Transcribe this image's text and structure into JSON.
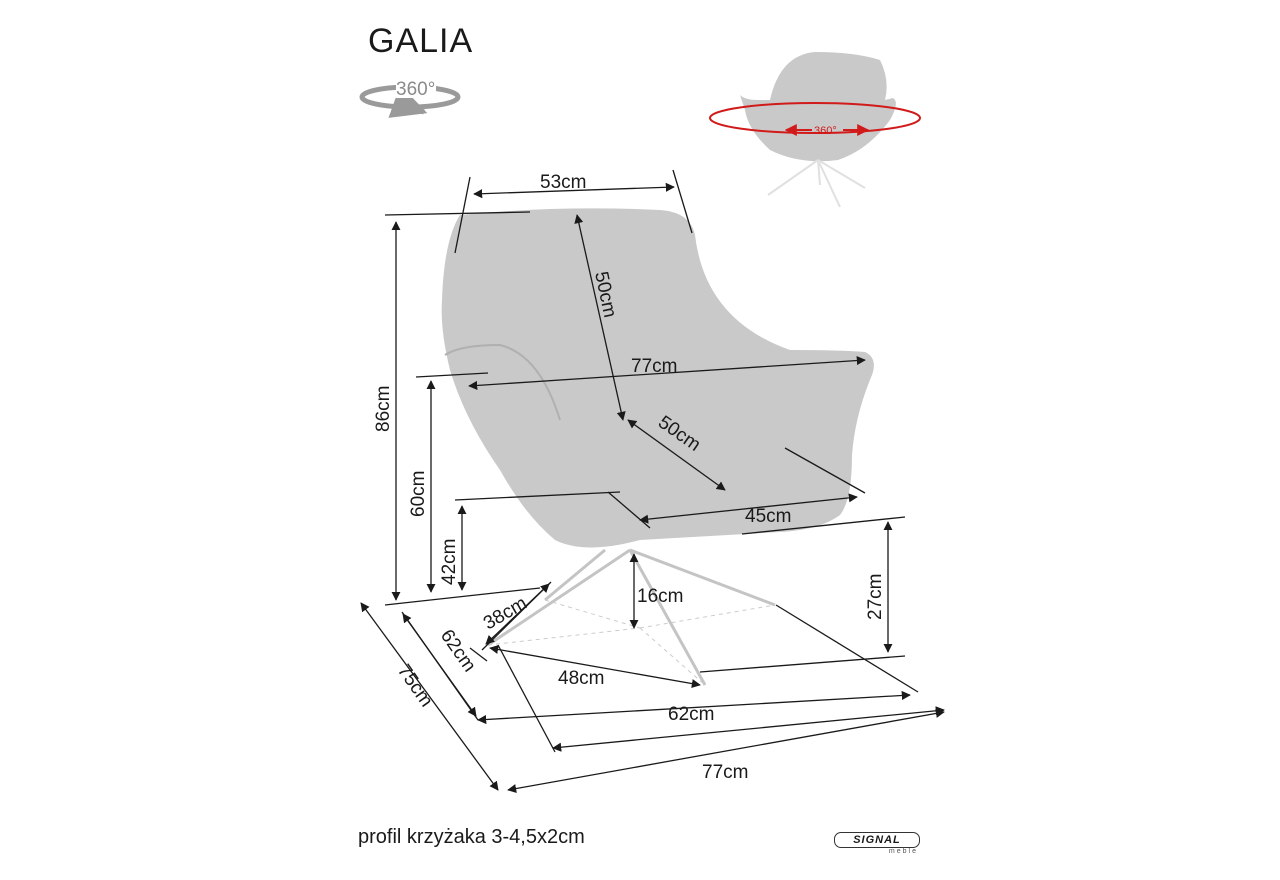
{
  "product_name": "GALIA",
  "rotation_label": "360°",
  "rotation_label_red": "360°",
  "dimensions": {
    "back_width": "53cm",
    "backrest_height": "50cm",
    "total_width_top": "77cm",
    "seat_depth": "50cm",
    "seat_width": "45cm",
    "total_height": "86cm",
    "armrest_height": "60cm",
    "seat_height": "42cm",
    "under_seat": "27cm",
    "base_clearance": "16cm",
    "base_radius": "38cm",
    "base_depth": "62cm",
    "base_width": "48cm",
    "total_depth": "75cm",
    "footprint_width": "62cm",
    "total_width_bottom": "77cm"
  },
  "caption": "profil krzyżaka 3-4,5x2cm",
  "brand": {
    "name": "SIGNAL",
    "sub": "meble"
  },
  "colors": {
    "fabric": "#c9c9c9",
    "line": "#1a1a1a",
    "accent": "#d11a1a"
  }
}
